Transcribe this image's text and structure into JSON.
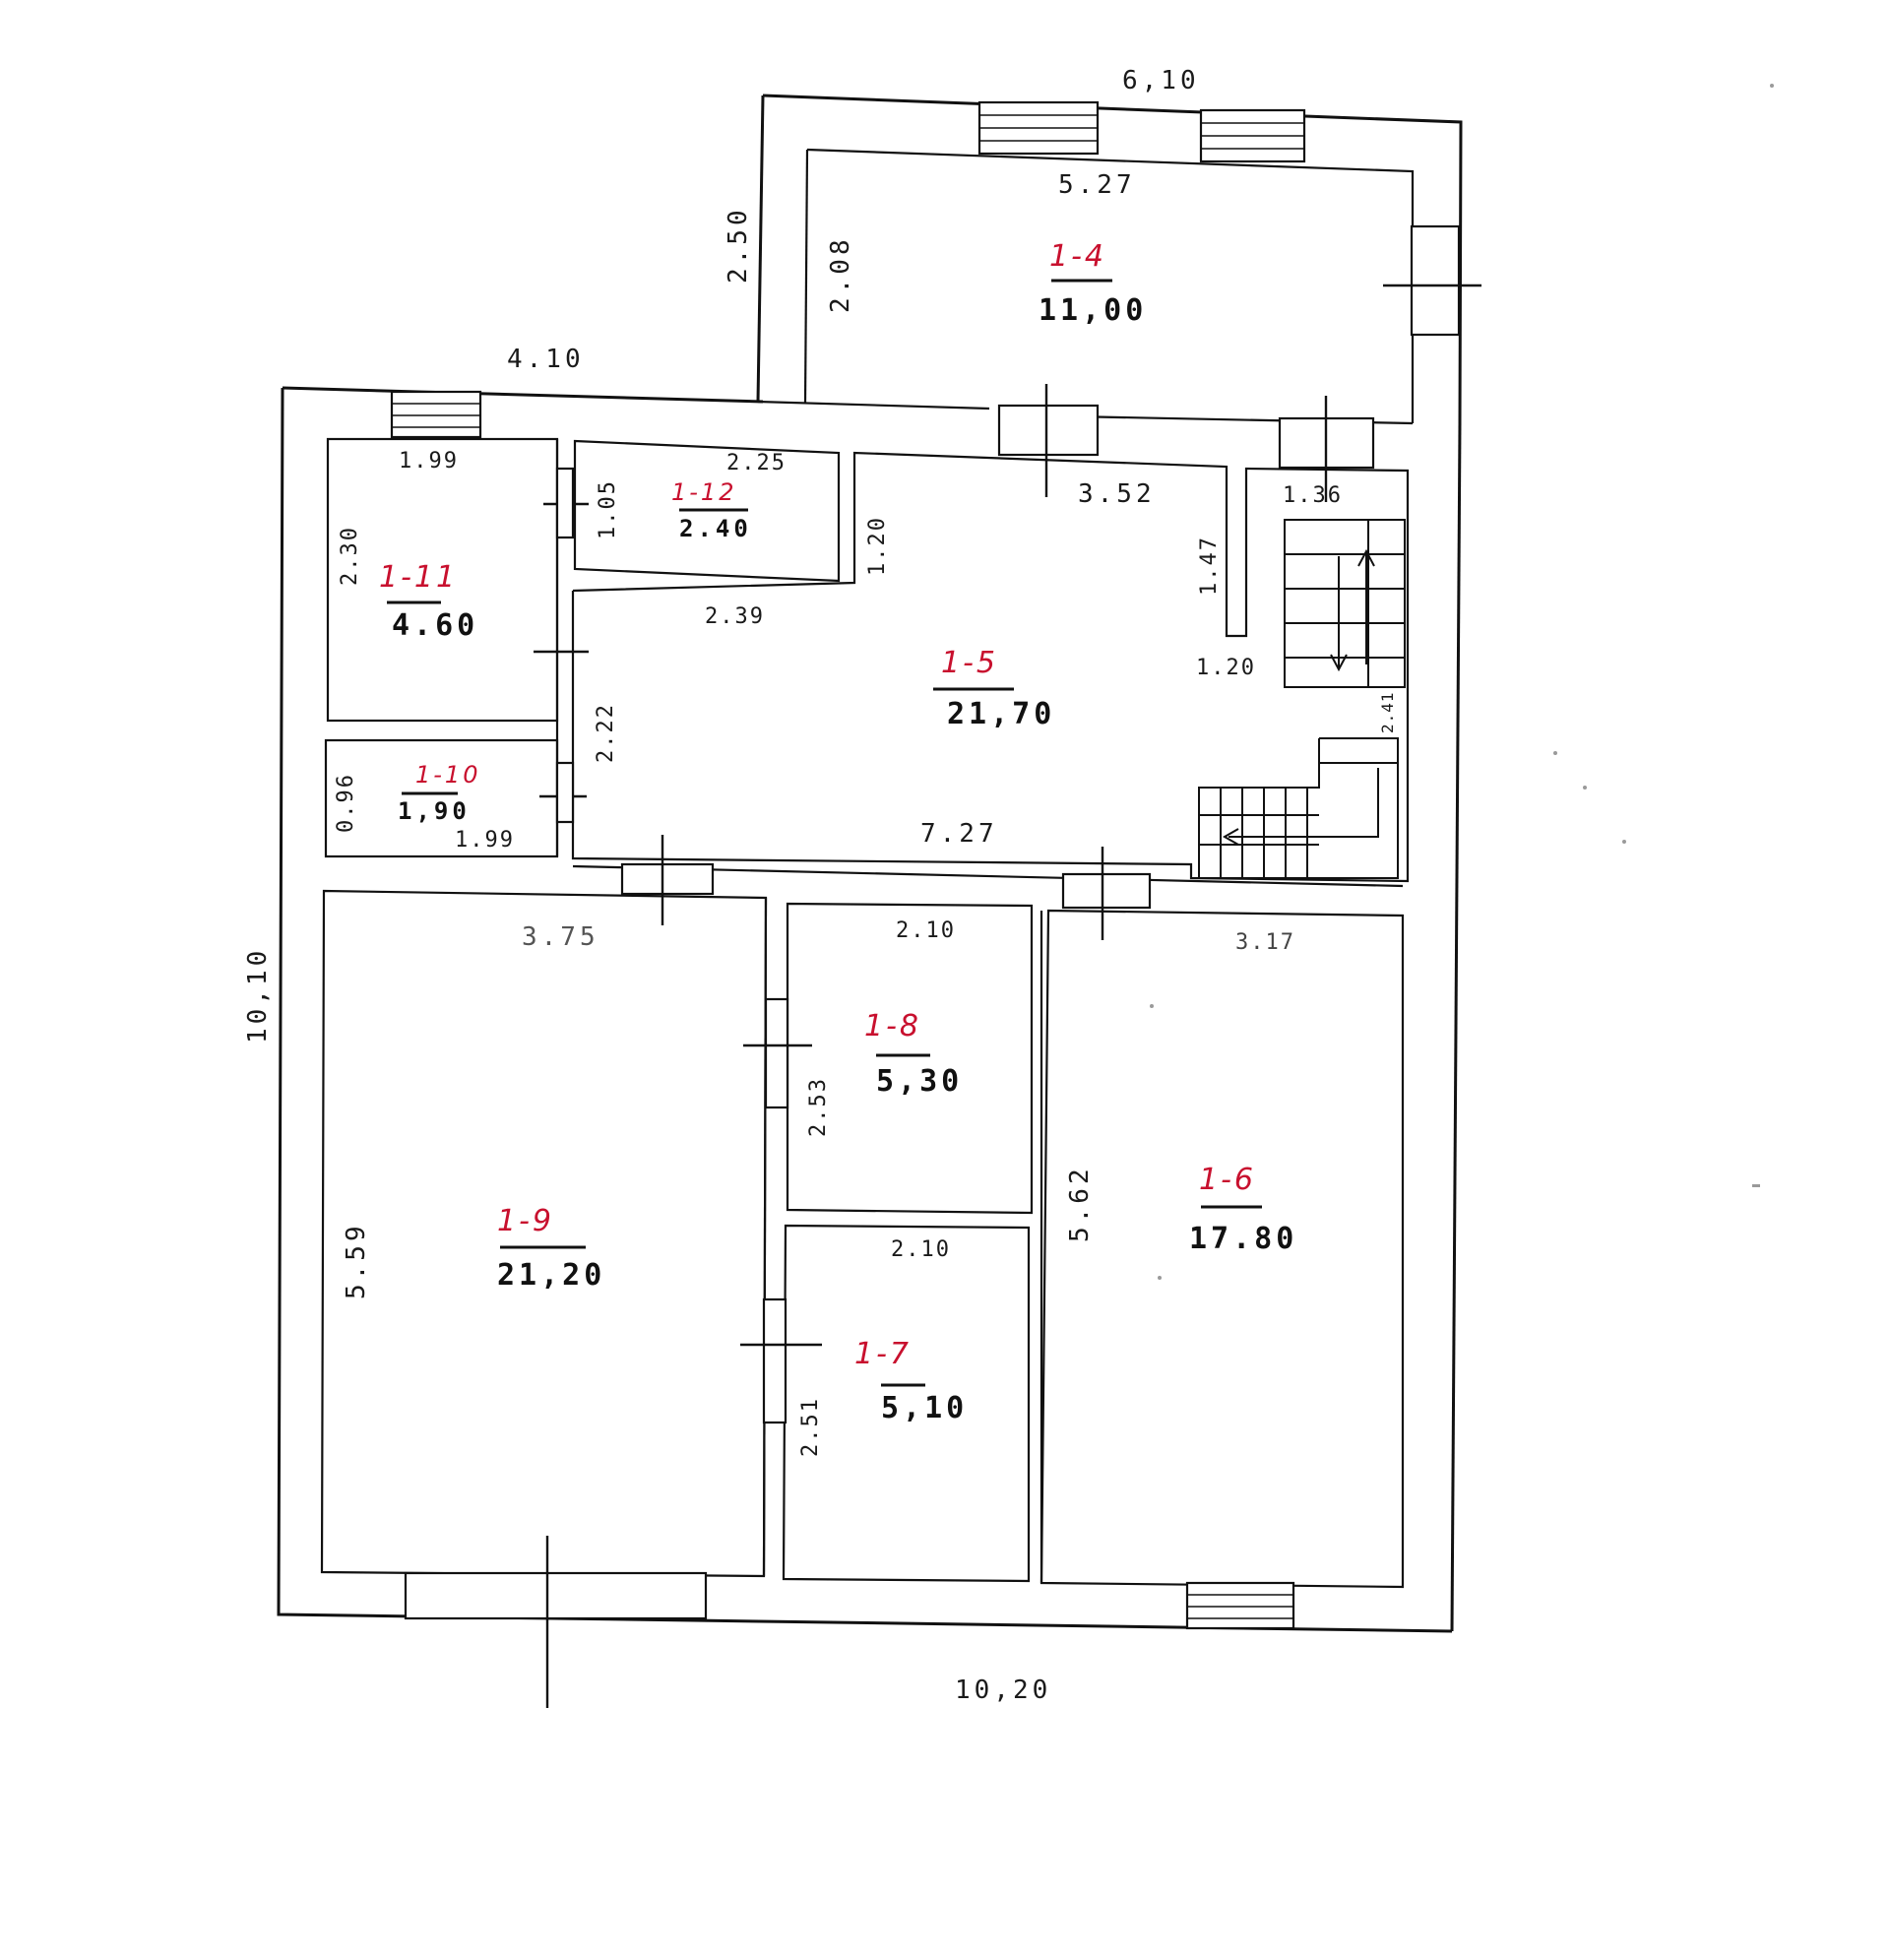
{
  "colors": {
    "wall": "#111111",
    "room_id": "#c8102e",
    "text": "#1a1a1a",
    "background": "#ffffff"
  },
  "rooms": {
    "r4": {
      "id": "1-4",
      "area": "11,00"
    },
    "r5": {
      "id": "1-5",
      "area": "21,70"
    },
    "r6": {
      "id": "1-6",
      "area": "17.80"
    },
    "r7": {
      "id": "1-7",
      "area": "5,10"
    },
    "r8": {
      "id": "1-8",
      "area": "5,30"
    },
    "r9": {
      "id": "1-9",
      "area": "21,20"
    },
    "r10": {
      "id": "1-10",
      "area": "1,90"
    },
    "r11": {
      "id": "1-11",
      "area": "4.60"
    },
    "r12": {
      "id": "1-12",
      "area": "2.40"
    }
  },
  "dimensions": {
    "top_annex_width": "6,10",
    "annex_height": "2.50",
    "main_top_width": "4.10",
    "overall_height": "10,10",
    "overall_bottom_width": "10,20",
    "r4_width": "5.27",
    "r4_height": "2.08",
    "r11_width": "1.99",
    "r11_height": "2.30",
    "r12_width": "2.25",
    "r12_height": "1.05",
    "r5_top": "3.52",
    "r5_left_upper": "1.20",
    "r5_inner_width": "2.39",
    "r5_left_lower": "2.22",
    "r5_bottom": "7.27",
    "r5_right_upper": "1.47",
    "r5_right_mid": "1.20",
    "stair_width": "1.36",
    "stair_right": "2.41",
    "r10_height": "0.96",
    "r10_width": "1.99",
    "r9_width": "3.75",
    "r9_height": "5.59",
    "r8_width": "2.10",
    "r8_height": "2.53",
    "r7_width": "2.10",
    "r7_height": "2.51",
    "r6_width": "3.17",
    "r6_height": "5.62"
  }
}
